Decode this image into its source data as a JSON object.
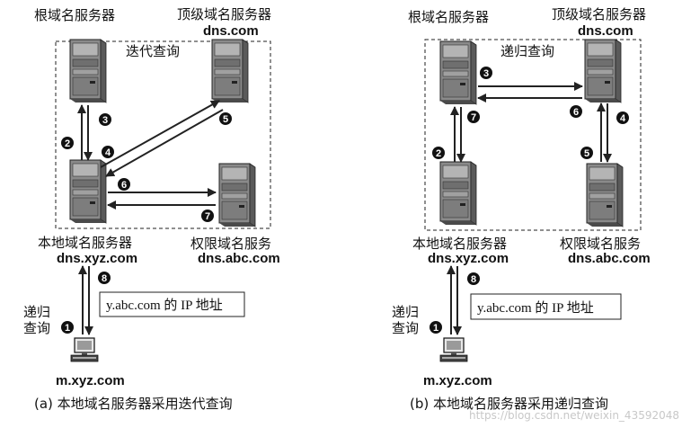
{
  "left_panel": {
    "root_server": "根域名服务器",
    "tld_server": "顶级域名服务器",
    "tld_host": "dns.com",
    "query_mode": "迭代查询",
    "local_server": "本地域名服务器",
    "local_host": "dns.xyz.com",
    "auth_server": "权限域名服务",
    "auth_host": "dns.abc.com",
    "client_mode_line1": "递归",
    "client_mode_line2": "查询",
    "client_host": "m.xyz.com",
    "result_box": "y.abc.com 的 IP 地址",
    "caption": "(a) 本地域名服务器采用迭代查询",
    "steps": [
      "1",
      "2",
      "3",
      "4",
      "5",
      "6",
      "7",
      "8"
    ]
  },
  "right_panel": {
    "root_server": "根域名服务器",
    "tld_server": "顶级域名服务器",
    "tld_host": "dns.com",
    "query_mode": "递归查询",
    "local_server": "本地域名服务器",
    "local_host": "dns.xyz.com",
    "auth_server": "权限域名服务",
    "auth_host": "dns.abc.com",
    "client_mode_line1": "递归",
    "client_mode_line2": "查询",
    "client_host": "m.xyz.com",
    "result_box": "y.abc.com 的 IP 地址",
    "caption": "(b) 本地域名服务器采用递归查询",
    "steps": [
      "1",
      "2",
      "3",
      "4",
      "5",
      "6",
      "7",
      "8"
    ]
  },
  "watermark": "https://blog.csdn.net/weixin_43592048"
}
